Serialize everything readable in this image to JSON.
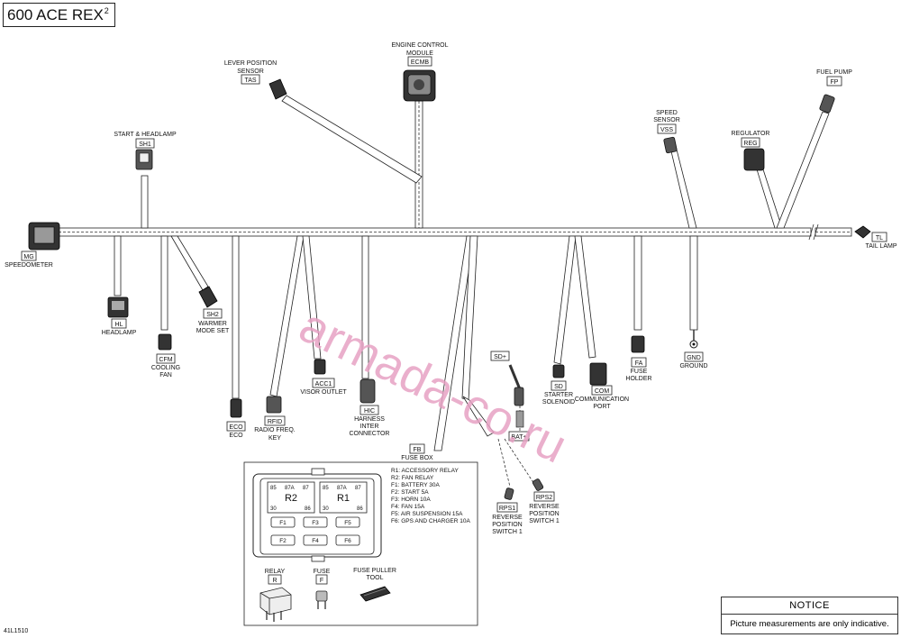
{
  "title": {
    "model": "600 ACE REX",
    "sup": "2"
  },
  "reference": "41L1510",
  "watermark": "armada-co.ru",
  "notice": {
    "header": "NOTICE",
    "body": "Picture measurements are only indicative."
  },
  "components": {
    "ecmb": {
      "name1": "ENGINE CONTROL",
      "name2": "MODULE",
      "code": "ECMB"
    },
    "tas": {
      "name1": "LEVER POSITION",
      "name2": "SENSOR",
      "code": "TAS"
    },
    "sh1": {
      "name": "START & HEADLAMP",
      "code": "SH1"
    },
    "mg": {
      "code": "MG",
      "name": "SPEEDOMETER"
    },
    "hl": {
      "code": "HL",
      "name": "HEADLAMP"
    },
    "cfm": {
      "code": "CFM",
      "name1": "COOLING",
      "name2": "FAN"
    },
    "sh2": {
      "code": "SH2",
      "name1": "WARMER",
      "name2": "MODE SET"
    },
    "eco": {
      "code": "ECO",
      "name": "ECO"
    },
    "rfid": {
      "code": "RFID",
      "name1": "RADIO FREQ.",
      "name2": "KEY"
    },
    "acc1": {
      "code": "ACC1",
      "name": "VISOR OUTLET"
    },
    "hic": {
      "code": "HIC",
      "name1": "HARNESS",
      "name2": "INTER",
      "name3": "CONNECTOR"
    },
    "fb": {
      "code": "FB",
      "name": "FUSE BOX"
    },
    "sdp": {
      "code": "SD+"
    },
    "sd": {
      "code": "SD",
      "name1": "STARTER",
      "name2": "SOLENOID"
    },
    "batp": {
      "code": "BAT+"
    },
    "com": {
      "code": "COM",
      "name1": "COMMUNICATION",
      "name2": "PORT"
    },
    "fa": {
      "code": "FA",
      "name1": "FUSE",
      "name2": "HOLDER"
    },
    "gnd": {
      "code": "GND",
      "name": "GROUND"
    },
    "vss": {
      "name1": "SPEED",
      "name2": "SENSOR",
      "code": "VSS"
    },
    "reg": {
      "name": "REGULATOR",
      "code": "REG"
    },
    "fp": {
      "name": "FUEL PUMP",
      "code": "FP"
    },
    "tl": {
      "code": "TL",
      "name": "TAIL LAMP"
    },
    "rps1": {
      "code": "RPS1",
      "name1": "REVERSE",
      "name2": "POSITION",
      "name3": "SWITCH 1"
    },
    "rps2": {
      "code": "RPS2",
      "name1": "REVERSE",
      "name2": "POSITION",
      "name3": "SWITCH 1"
    }
  },
  "fusebox": {
    "relay_pins": {
      "p85": "85",
      "p87a": "87A",
      "p87": "87",
      "p30": "30",
      "p86": "86"
    },
    "relay_r2": "R2",
    "relay_r1": "R1",
    "fuses": [
      "F1",
      "F3",
      "F5",
      "F2",
      "F4",
      "F6"
    ],
    "legend": [
      "R1: ACCESSORY RELAY",
      "R2: FAN RELAY",
      "F1: BATTERY 30A",
      "F2: START 5A",
      "F3: HORN 10A",
      "F4: FAN 15A",
      "F5: AIR SUSPENSION 15A",
      "F6: GPS AND CHARGER 10A"
    ],
    "parts": {
      "relay": {
        "name": "RELAY",
        "code": "R"
      },
      "fuse": {
        "name": "FUSE",
        "code": "F"
      },
      "puller": {
        "name1": "FUSE PULLER",
        "name2": "TOOL"
      }
    }
  }
}
